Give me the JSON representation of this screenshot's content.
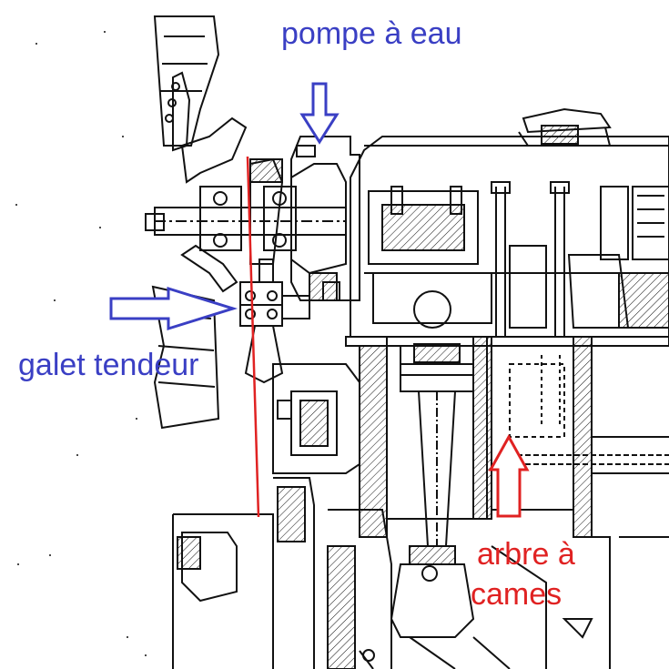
{
  "labels": {
    "water_pump": "pompe à eau",
    "tensioner": "galet tendeur",
    "camshaft_line1": "arbre à",
    "camshaft_line2": "cames"
  },
  "colors": {
    "blue_annotation": "#3a3fc4",
    "red_annotation": "#e02222",
    "drawing_ink": "#111111",
    "background": "#ffffff"
  }
}
